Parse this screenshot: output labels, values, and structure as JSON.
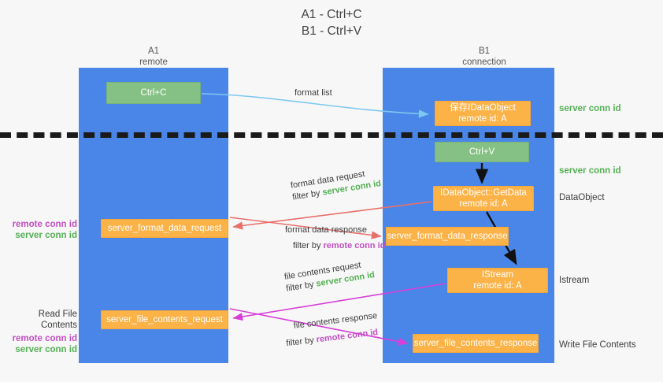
{
  "title": {
    "line1": "A1 - Ctrl+C",
    "line2": "B1 - Ctrl+V"
  },
  "lanes": [
    {
      "id": "a1",
      "name": "A1",
      "role": "remote",
      "color": "#4a86e8"
    },
    {
      "id": "b1",
      "name": "B1",
      "role": "connection",
      "color": "#4a86e8"
    }
  ],
  "colors": {
    "lane": "#4a86e8",
    "green_box": "#85c184",
    "orange_box": "#fbb247",
    "server_conn_id": "#54b054",
    "remote_conn_id": "#c14fc1",
    "format_list_arrow": "#7ec8f0",
    "format_data_arrow": "#e8706a",
    "file_contents_arrow": "#d83fd8",
    "black_arrow": "#111111",
    "divider": "#1a1a1a",
    "background": "#f7f7f7"
  },
  "boxes": {
    "ctrl_c": {
      "label": "Ctrl+C",
      "kind": "green"
    },
    "idataobject": {
      "line1": "保存IDataObject",
      "line2": "remote id: A",
      "kind": "orange"
    },
    "ctrl_v": {
      "label": "Ctrl+V",
      "kind": "green"
    },
    "getdata": {
      "line1": "IDataObject::GetData",
      "line2": "remote id: A",
      "kind": "orange"
    },
    "istream": {
      "line1": "IStream",
      "line2": "remote id: A",
      "kind": "orange"
    },
    "server_format_data_request": {
      "label": "server_format_data_request",
      "kind": "orange"
    },
    "server_format_data_response": {
      "label": "server_format_data_response",
      "kind": "orange"
    },
    "server_file_contents_request": {
      "label": "server_file_contents_request",
      "kind": "orange"
    },
    "server_file_contents_response": {
      "label": "server_file_contents_response",
      "kind": "orange"
    }
  },
  "edge_labels": {
    "format_list": "format list",
    "format_data_request": "format data request",
    "format_data_request_filter_prefix": "filter by ",
    "format_data_request_filter_key": "server conn id",
    "format_data_response": "format data response",
    "format_data_response_filter_prefix": "filter by ",
    "format_data_response_filter_key": "remote conn id",
    "file_contents_request": "file contents request",
    "file_contents_request_filter_prefix": "filter by ",
    "file_contents_request_filter_key": "server conn id",
    "file_contents_response": "file contents response",
    "file_contents_response_filter_prefix": "filter by ",
    "file_contents_response_filter_key": "remote conn id"
  },
  "right_notes": {
    "server_conn_id_top": "server conn id",
    "server_conn_id_mid": "server conn id",
    "dataobject": "DataObject",
    "istream": "Istream",
    "write_file_contents": "Write File Contents"
  },
  "left_notes": {
    "group1": {
      "remote": "remote conn id",
      "server": "server conn id"
    },
    "group2": {
      "heading": "Read File Contents",
      "remote": "remote conn id",
      "server": "server conn id"
    }
  }
}
